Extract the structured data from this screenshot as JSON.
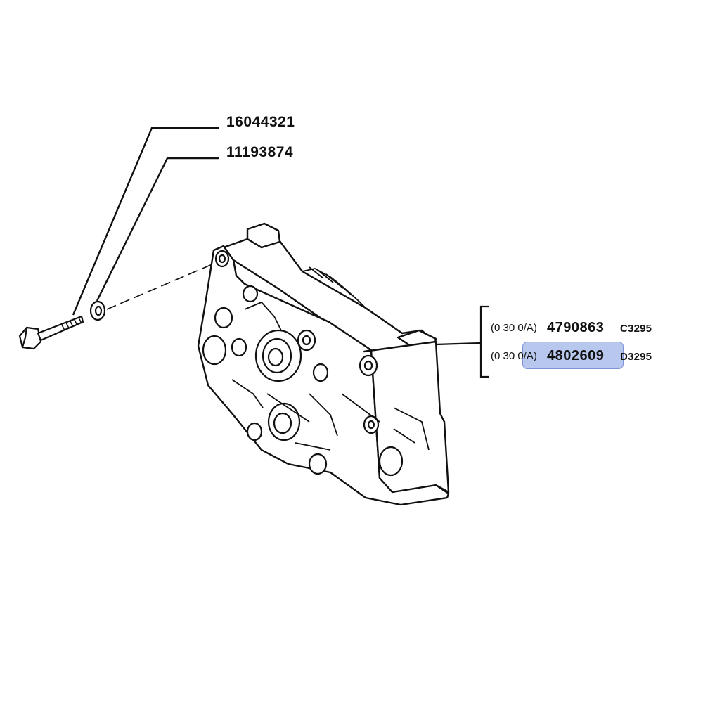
{
  "callouts": {
    "bolt_part": "16044321",
    "washer_part": "11193874"
  },
  "parts_list": [
    {
      "code": "(0 30 0/A)",
      "number": "4790863",
      "variant": "C3295",
      "highlighted": false
    },
    {
      "code": "(0 30 0/A)",
      "number": "4802609",
      "variant": "D3295",
      "highlighted": true
    }
  ],
  "colors": {
    "line": "#111111",
    "highlight_fill": "#b8c7ee",
    "highlight_border": "#7f93d8",
    "background": "#ffffff"
  }
}
